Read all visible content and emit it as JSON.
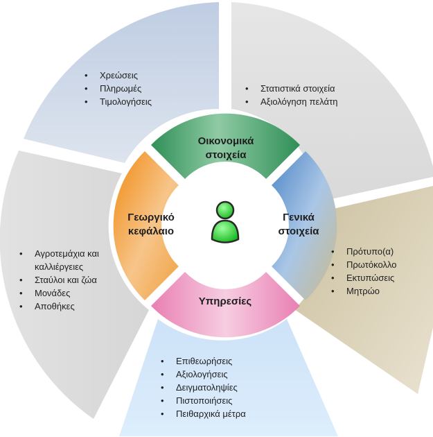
{
  "center_segments": {
    "top": {
      "line1": "Οικονομικά",
      "line2": "στοιχεία"
    },
    "right": {
      "line1": "Γενικά",
      "line2": "στοιχεία"
    },
    "bottom": {
      "line1": "Υπηρεσίες"
    },
    "left": {
      "line1": "Γεωργικό",
      "line2": "κεφάλαιο"
    }
  },
  "sections": {
    "billing": {
      "items": [
        "Χρεώσεις",
        "Πληρωμές",
        "Τιμολογήσεις"
      ]
    },
    "statistics": {
      "items": [
        "Στατιστικά στοιχεία",
        "Αξιολόγηση πελάτη"
      ]
    },
    "general": {
      "items": [
        "Πρότυπο(α)",
        "Πρωτόκολλο",
        "Εκτυπώσεις",
        "Μητρώο"
      ]
    },
    "services": {
      "items": [
        "Επιθεωρήσεις",
        "Αξιολογήσεις",
        "Δειγματοληψίες",
        "Πιστοποιήσεις",
        "Πειθαρχικά μέτρα"
      ]
    },
    "agri": {
      "items": [
        "Αγροτεμάχια και καλλιέργειες",
        "Σταύλοι και ζώα",
        "Μονάδες",
        "Αποθήκες"
      ]
    }
  },
  "center_icon": "user-icon",
  "colors": {
    "billing": "#c8d4e6",
    "statistics": "#e0e0e0",
    "general": "#d8ccb0",
    "services": "#cfe3f7",
    "agri": "#e0e0e0",
    "ring_top": "#3d9a63",
    "ring_right": "#5b8fc9",
    "ring_bottom": "#e88ab8",
    "ring_left": "#f0901c",
    "user": "#35d03a"
  }
}
